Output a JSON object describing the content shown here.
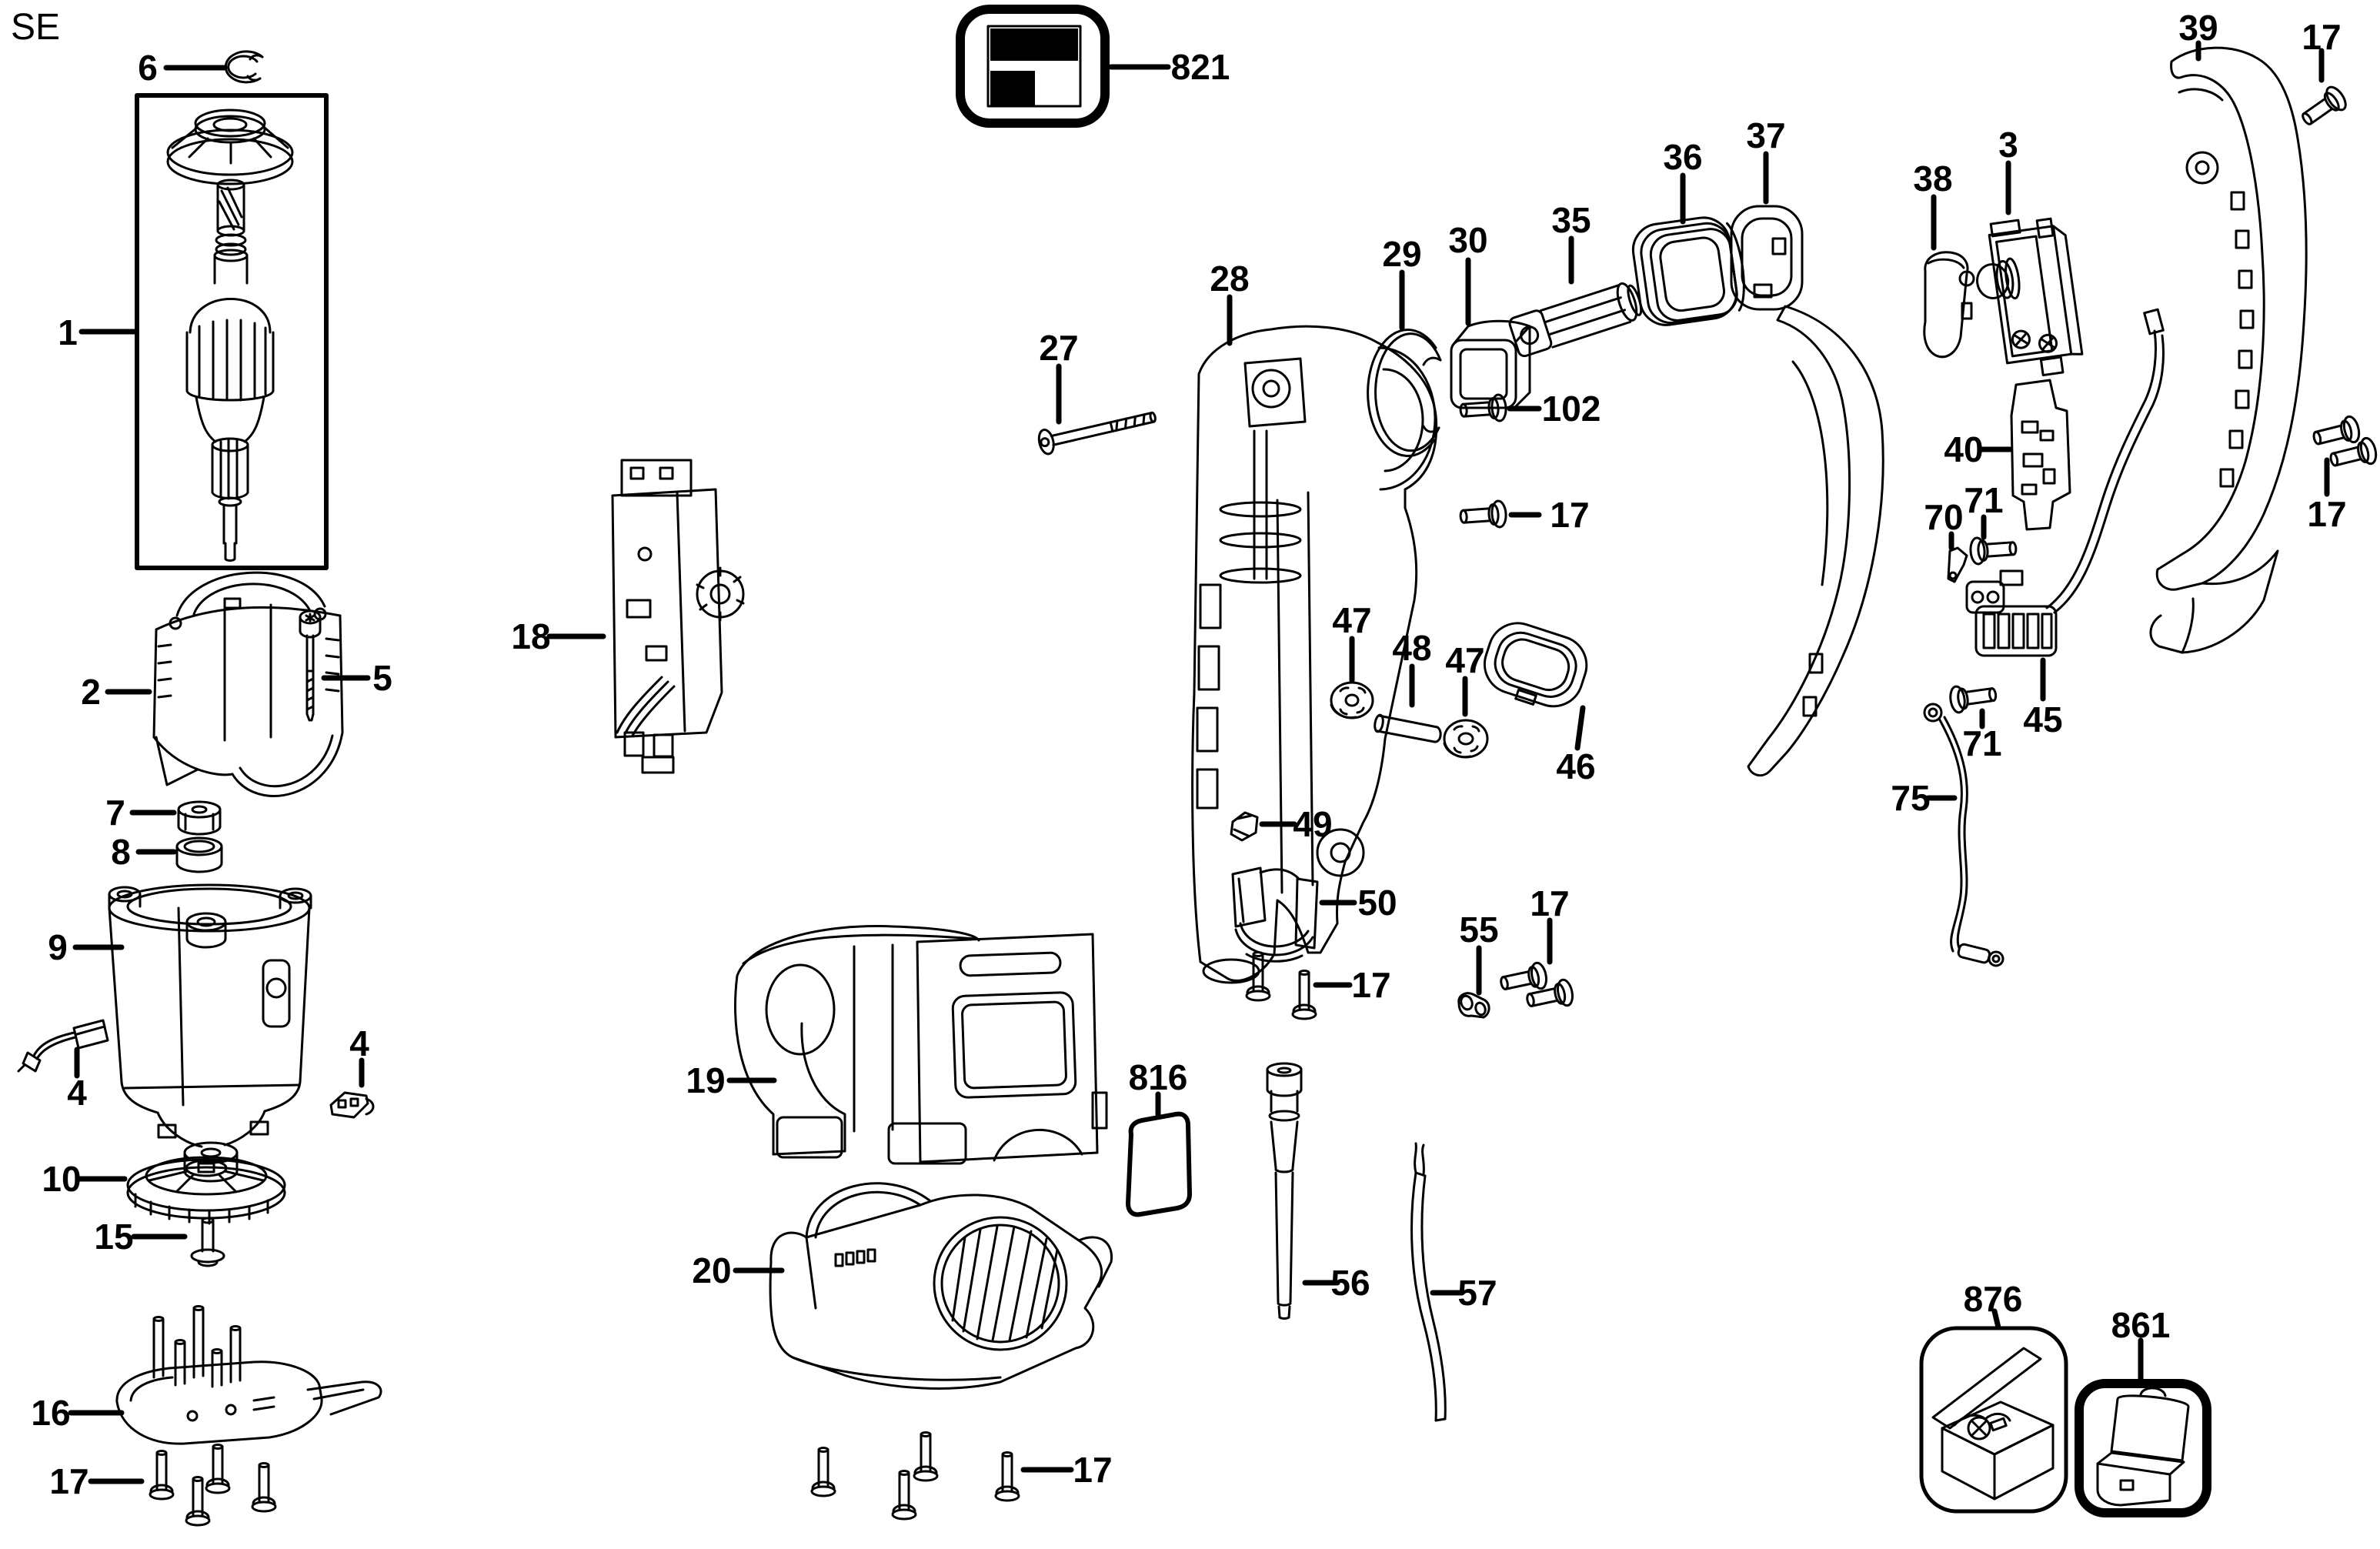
{
  "page": {
    "language_code": "SE"
  },
  "callouts": {
    "n1": {
      "text": "1"
    },
    "n2": {
      "text": "2"
    },
    "n3": {
      "text": "3"
    },
    "n4a": {
      "text": "4"
    },
    "n4b": {
      "text": "4"
    },
    "n5": {
      "text": "5"
    },
    "n6": {
      "text": "6"
    },
    "n7": {
      "text": "7"
    },
    "n8": {
      "text": "8"
    },
    "n9": {
      "text": "9"
    },
    "n10": {
      "text": "10"
    },
    "n15": {
      "text": "15"
    },
    "n16": {
      "text": "16"
    },
    "n17a": {
      "text": "17"
    },
    "n17b": {
      "text": "17"
    },
    "n17c": {
      "text": "17"
    },
    "n17d": {
      "text": "17"
    },
    "n17e": {
      "text": "17"
    },
    "n17f": {
      "text": "17"
    },
    "n17g": {
      "text": "17"
    },
    "n18": {
      "text": "18"
    },
    "n19": {
      "text": "19"
    },
    "n20": {
      "text": "20"
    },
    "n27": {
      "text": "27"
    },
    "n28": {
      "text": "28"
    },
    "n29": {
      "text": "29"
    },
    "n30": {
      "text": "30"
    },
    "n35": {
      "text": "35"
    },
    "n36": {
      "text": "36"
    },
    "n37": {
      "text": "37"
    },
    "n38": {
      "text": "38"
    },
    "n39": {
      "text": "39"
    },
    "n40": {
      "text": "40"
    },
    "n45": {
      "text": "45"
    },
    "n46": {
      "text": "46"
    },
    "n47a": {
      "text": "47"
    },
    "n47b": {
      "text": "47"
    },
    "n48": {
      "text": "48"
    },
    "n49": {
      "text": "49"
    },
    "n50": {
      "text": "50"
    },
    "n55": {
      "text": "55"
    },
    "n56": {
      "text": "56"
    },
    "n57": {
      "text": "57"
    },
    "n70": {
      "text": "70"
    },
    "n71a": {
      "text": "71"
    },
    "n71b": {
      "text": "71"
    },
    "n75": {
      "text": "75"
    },
    "n102": {
      "text": "102"
    },
    "n816": {
      "text": "816"
    },
    "n821": {
      "text": "821"
    },
    "n861": {
      "text": "861"
    },
    "n876": {
      "text": "876"
    }
  }
}
